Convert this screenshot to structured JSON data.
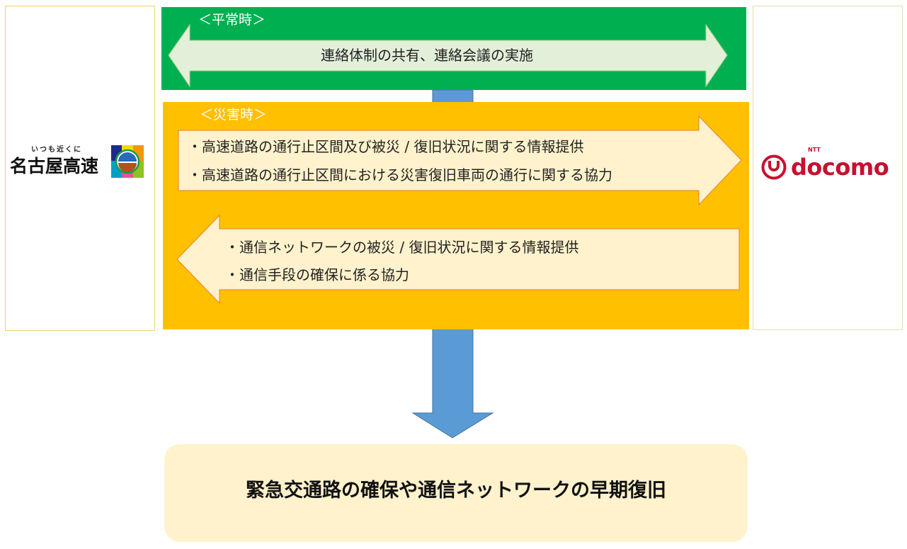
{
  "left_org": {
    "tagline": "いつも近くに",
    "name": "名古屋高速"
  },
  "right_org": {
    "brand_small": "NTT",
    "name": "docomo"
  },
  "normal": {
    "label": "＜平常時＞",
    "text": "連絡体制の共有、連絡会議の実施"
  },
  "disaster": {
    "label": "＜災害時＞",
    "to_right": [
      "・高速道路の通行止区間及び被災 / 復旧状況に関する情報提供",
      "・高速道路の通行止区間における災害復旧車両の通行に関する協力"
    ],
    "to_left": [
      "・通信ネットワークの被災 / 復旧状況に関する情報提供",
      "・通信手段の確保に係る協力"
    ]
  },
  "result": "緊急交通路の確保や通信ネットワークの早期復旧",
  "colors": {
    "green": "#00b050",
    "orange": "#ffc000",
    "blue": "#5b9bd5",
    "cream": "#fff2cc",
    "docomo": "#c8102e"
  }
}
